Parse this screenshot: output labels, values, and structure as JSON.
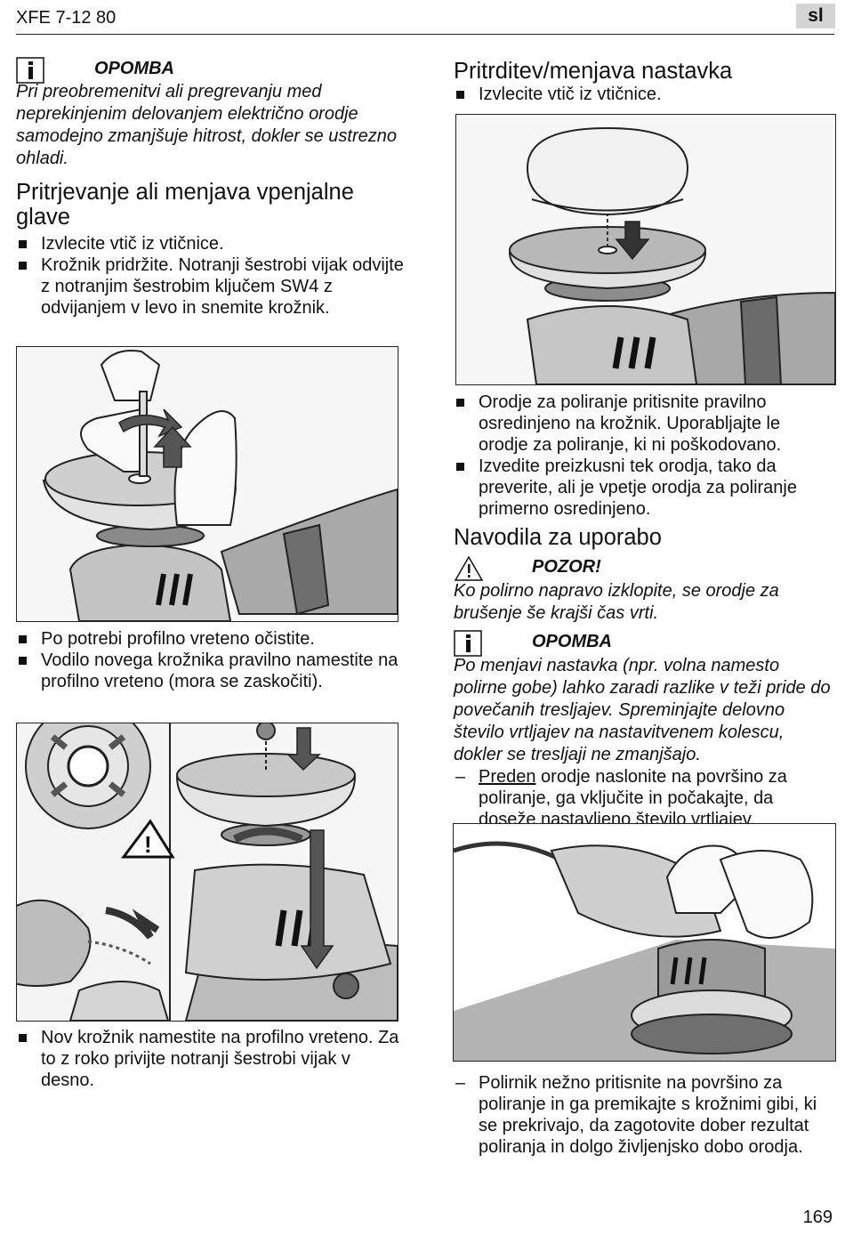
{
  "header": {
    "title": "XFE 7-12 80",
    "lang": "sl"
  },
  "left": {
    "note": {
      "label": "OPOMBA",
      "text": "Pri preobremenitvi ali pregrevanju med neprekinjenim delovanjem električno orodje samodejno zmanjšuje hitrost, dokler se ustrezno ohladi."
    },
    "section1_title": "Pritrjevanje ali menjava vpenjalne glave",
    "bullets1": [
      "Izvlecite vtič iz vtičnice.",
      "Krožnik pridržite. Notranji šestrobi vijak odvijte z notranjim šestrobim ključem SW4 z odvijanjem v levo in snemite krožnik."
    ],
    "bullets2": [
      "Po potrebi profilno vreteno očistite.",
      "Vodilo novega krožnika pravilno namestite na profilno vreteno (mora se zaskočiti)."
    ],
    "bullets3": [
      "Nov krožnik namestite na profilno vreteno. Za to z roko privijte notranji šestrobi vijak v desno."
    ]
  },
  "right": {
    "section2_title": "Pritrditev/menjava nastavka",
    "bullets1": [
      "Izvlecite vtič iz vtičnice."
    ],
    "bullets2": [
      "Orodje za poliranje pritisnite pravilno osredinjeno na krožnik. Uporabljajte le orodje za poliranje, ki ni poškodovano.",
      "Izvedite preizkusni tek orodja, tako da preverite, ali je vpetje orodja za poliranje primerno osredinjeno."
    ],
    "section3_title": "Navodila za uporabo",
    "caution": {
      "label": "POZOR!",
      "text": "Ko polirno napravo izklopite, se orodje za brušenje še krajši čas vrti."
    },
    "note": {
      "label": "OPOMBA",
      "text": "Po menjavi nastavka (npr. volna namesto polirne gobe) lahko zaradi razlike v teži pride do povečanih tresljajev. Spreminjajte delovno število vrtljajev na nastavitvenem kolescu, dokler se tresljaji ne zmanjšajo."
    },
    "dash1": {
      "underlined": "Preden",
      "rest": " orodje naslonite na površino za poliranje, ga vključite in počakajte, da doseže nastavljeno število vrtljajev."
    },
    "dash2": "Polirnik nežno pritisnite na površino za poliranje in ga premikajte s krožnimi gibi, ki se prekrivajo, da zagotovite dober rezultat poliranja in dolgo življenjsko dobo orodja."
  },
  "page_number": "169"
}
